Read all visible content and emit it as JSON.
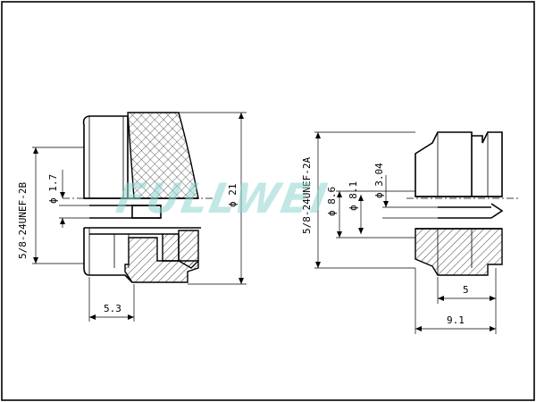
{
  "left_view": {
    "thread_label": "5/8-24UNEF-2B",
    "dia_small": "ϕ 1.7",
    "dia_outer": "ϕ 21",
    "length": "5.3"
  },
  "right_view": {
    "thread_label": "5/8-24UNEF-2A",
    "dia_a": "ϕ 8.6",
    "dia_b": "ϕ 8.1",
    "dia_c": "ϕ 3.04",
    "length_inner": "5",
    "length_total": "9.1"
  },
  "watermark": "FULLWEI"
}
